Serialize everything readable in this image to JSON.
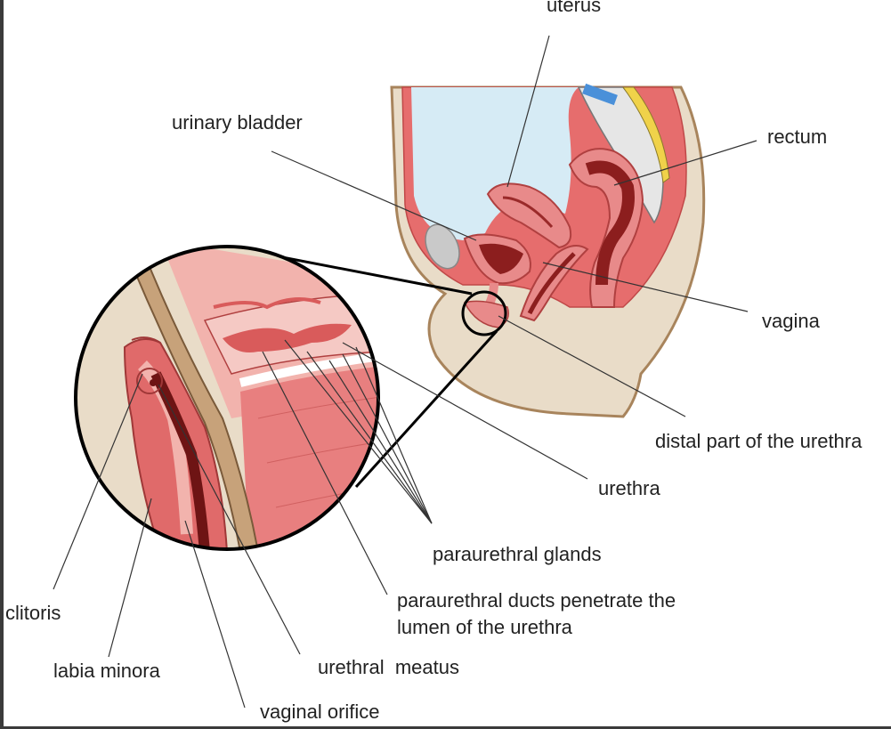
{
  "labels": {
    "uterus": "uterus",
    "urinary_bladder": "urinary bladder",
    "rectum": "rectum",
    "vagina": "vagina",
    "distal_urethra": "distal part of the urethra",
    "urethra": "urethra",
    "paraurethral_glands": "paraurethral glands",
    "paraurethral_ducts": "paraurethral ducts penetrate the lumen of the urethra",
    "clitoris": "clitoris",
    "labia_minora": "labia minora",
    "urethral_meatus": "urethral  meatus",
    "vaginal_orifice": "vaginal orifice"
  },
  "colors": {
    "skin": "#e9dcc8",
    "tissue": "#e88a8a",
    "tissue_light": "#f2b3ad",
    "lumen": "#8c1e1e",
    "bladder_fill": "#d6ebf5",
    "outline": "#7a5a3a",
    "bone": "#d9d9d9",
    "disc": "#4a90d9"
  }
}
